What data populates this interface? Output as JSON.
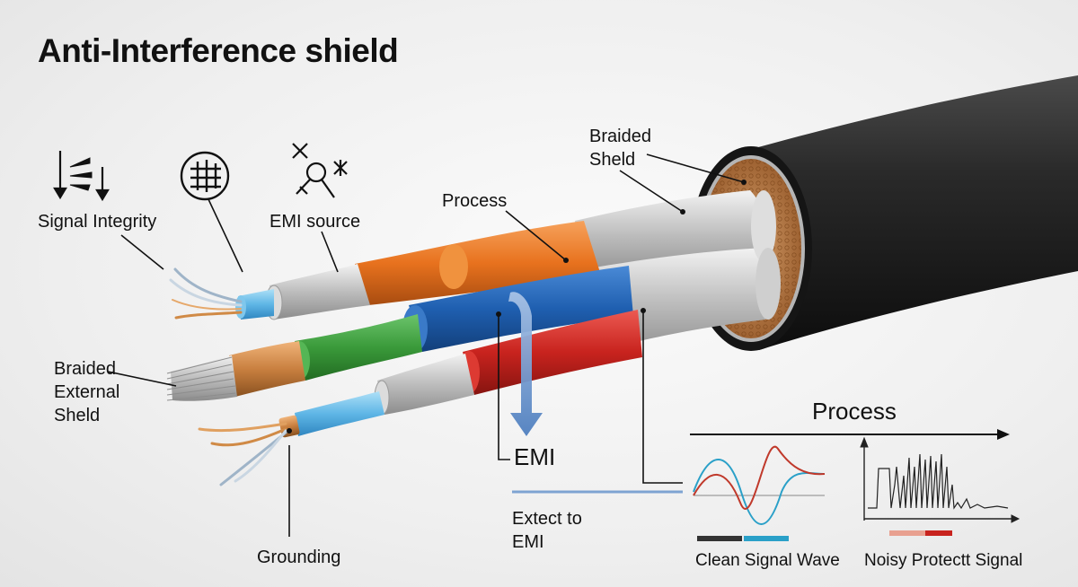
{
  "title": "Anti-Interference shield",
  "labels": {
    "signal_integrity": "Signal Integrity",
    "emi_source": "EMI source",
    "process_top": "Process",
    "braided_sheld": "Braided\nSheld",
    "braided_external": "Braided\nExternal\nSheld",
    "grounding": "Grounding",
    "emi": "EMI",
    "extect": "Extect to\nEMI",
    "process_right": "Process",
    "clean_signal": "Clean Signal Wave",
    "noisy_signal": "Noisy Protectt Signal"
  },
  "colors": {
    "jacket": "#1f1f1f",
    "orange": "#e8721e",
    "blue": "#1f5fb0",
    "green": "#3a9a3a",
    "red": "#c8231e",
    "copper": "#c98040",
    "foil": "#c8c8c8",
    "arrow": "#6f95c6"
  },
  "icons": [
    "signal-integrity-icon",
    "shield-grid-icon",
    "emi-source-icon"
  ]
}
